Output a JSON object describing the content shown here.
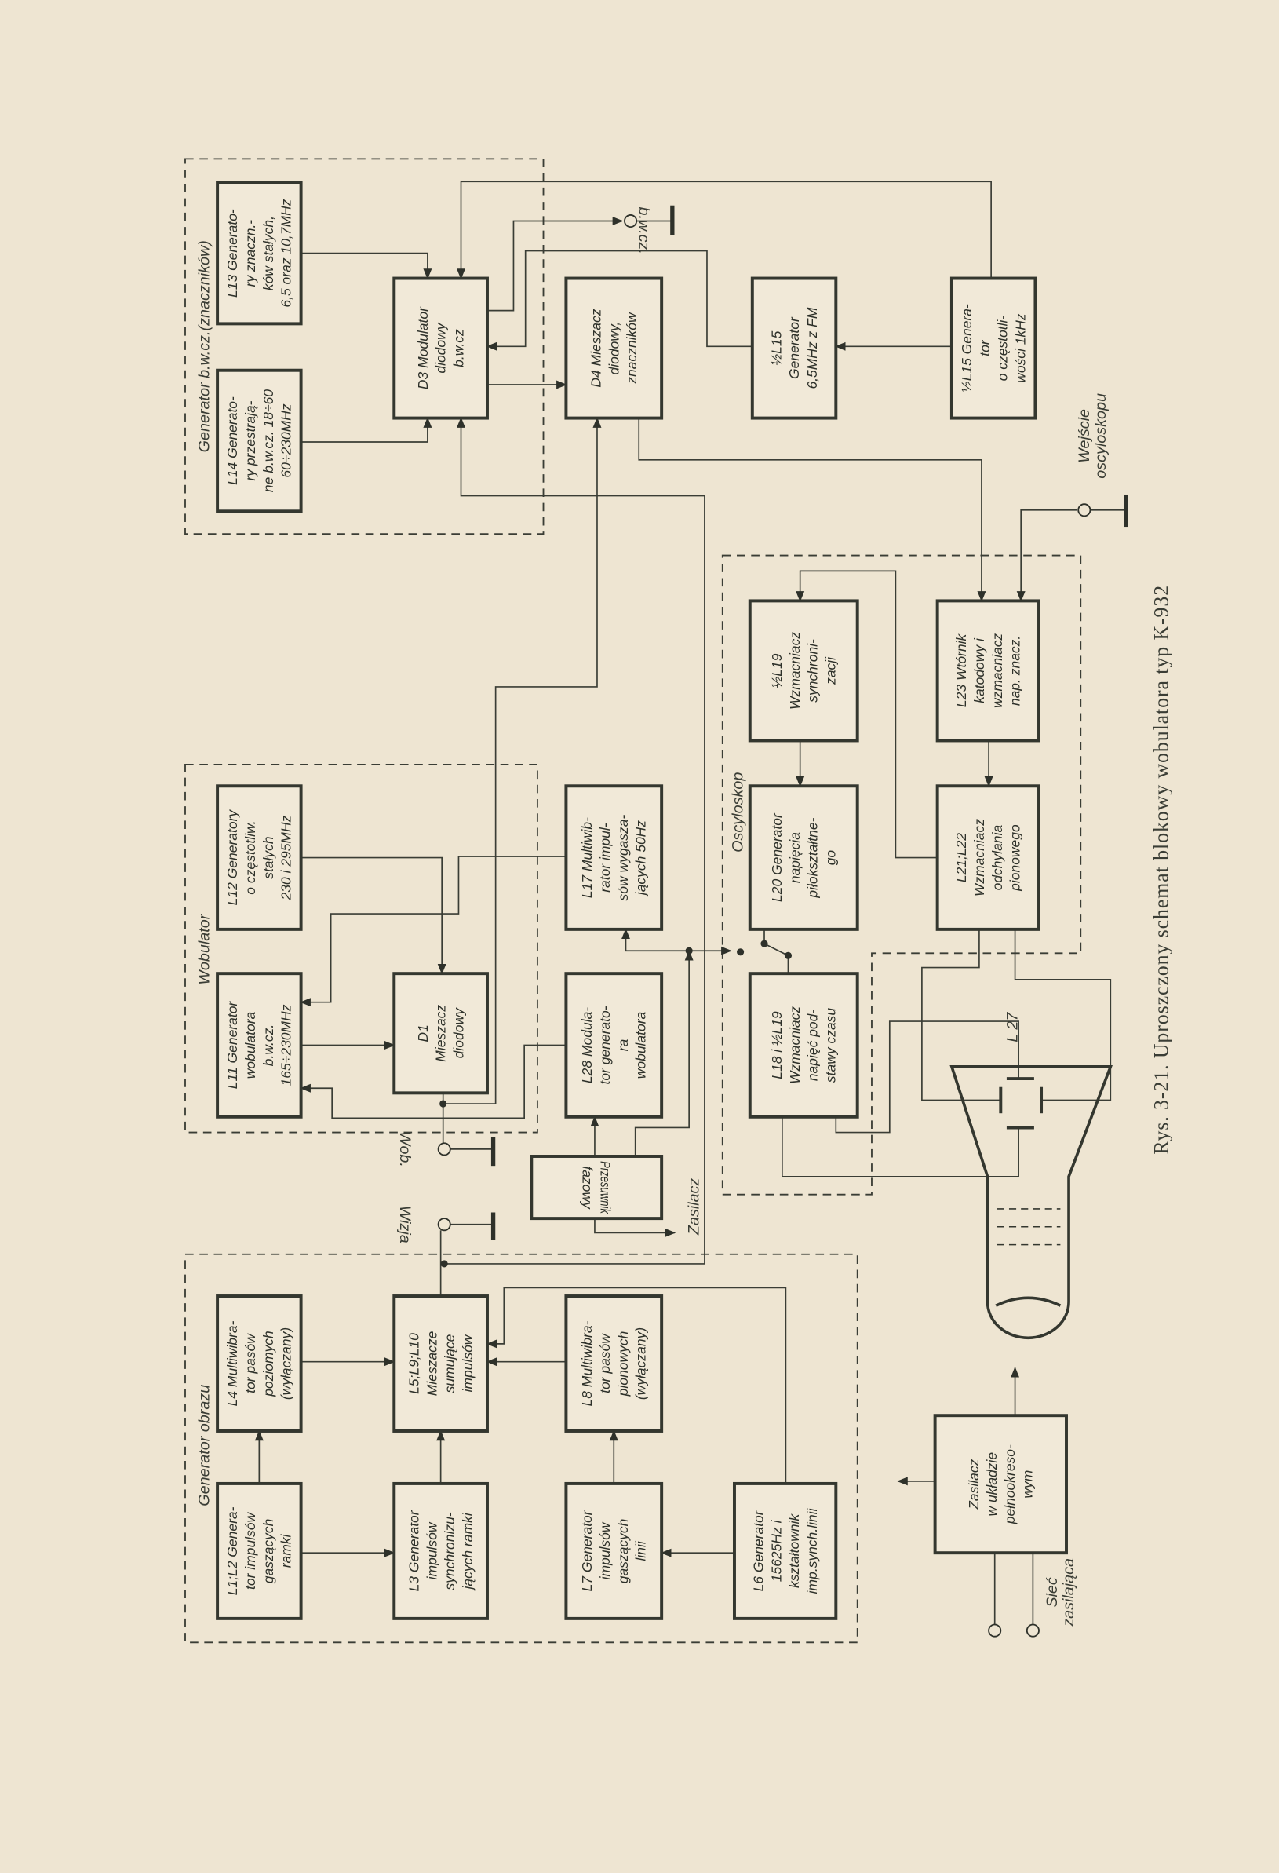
{
  "caption": "Rys. 3-21. Uproszczony schemat blokowy wobulatora typ K-932",
  "groups": {
    "gen_bwcz": "Generator b.w.cz.(znaczników)",
    "wobulator": "Wobulator",
    "gen_obrazu": "Generator obrazu",
    "oscyloskop": "Oscyloskop"
  },
  "blocks": {
    "L13": [
      "L13 Generato-",
      "ry znaczn.-",
      "ków stałych,",
      "6,5 oraz 10,7MHz"
    ],
    "L14": [
      "L14 Generato-",
      "ry przestrają-",
      "ne b.w.cz. 18÷60",
      "60÷230MHz"
    ],
    "D3": [
      "D3 Modulator",
      "diodowy",
      "b.w.cz"
    ],
    "D4": [
      "D4 Mieszacz",
      "diodowy,",
      "znaczników"
    ],
    "L15a": [
      "½L15",
      "Generator",
      "6,5MHz z FM"
    ],
    "L15b": [
      "½L15 Genera-",
      "tor",
      "o częstotli-",
      "wości 1kHz"
    ],
    "L12": [
      "L12 Generatory",
      "o częstotliw.",
      "stałych",
      "230 i 295MHz"
    ],
    "L11": [
      "L11 Generator",
      "wobulatora",
      "b.w.cz.",
      "165÷230MHz"
    ],
    "D1": [
      "D1",
      "Mieszacz",
      "diodowy"
    ],
    "L17": [
      "L17 Multiwib-",
      "rator impul-",
      "sów wygasza-",
      "jących 50Hz"
    ],
    "L28": [
      "L28 Modula-",
      "tor generato-",
      "ra",
      "wobulatora"
    ],
    "PF": [
      "Przesuwnik",
      "fazowy"
    ],
    "L19": [
      "½L19",
      "Wzmacniacz",
      "synchroni-",
      "zacji"
    ],
    "L20": [
      "L20 Generator",
      "napięcia",
      "piłokształtne-",
      "go"
    ],
    "L18": [
      "L18 i ½L19",
      "Wzmacniacz",
      "napięć pod-",
      "stawy czasu"
    ],
    "L23": [
      "L23 Wtórnik",
      "katodowy i",
      "wzmacniacz",
      "nap. znacz."
    ],
    "L21": [
      "L21;L22",
      "Wzmacniacz",
      "odchylania",
      "pionowego"
    ],
    "L4": [
      "L4 Multiwibra-",
      "tor pasów",
      "poziomych",
      "(wyłączany)"
    ],
    "L5": [
      "L5;L9;L10",
      "Mieszacze",
      "sumujące",
      "impulsów"
    ],
    "L8": [
      "L8 Multiwibra-",
      "tor pasów",
      "pionowych",
      "(wyłączany)"
    ],
    "L1": [
      "L1;L2 Genera-",
      "tor impulsów",
      "gaszących",
      "ramki"
    ],
    "L3": [
      "L3 Generator",
      "impulsów",
      "synchronizu-",
      "jących ramki"
    ],
    "L7": [
      "L7 Generator",
      "impulsów",
      "gaszących",
      "linii"
    ],
    "L6": [
      "L6 Generator",
      "15625Hz i",
      "kształtownik",
      "imp.synch.linii"
    ],
    "ZAS": [
      "Zasilacz",
      "w układzie",
      "pełnookreso-",
      "wym"
    ]
  },
  "labels": {
    "bwcz": "b.w.cz.",
    "wob": "Wob.",
    "wizja": "Wizja",
    "zasilacz": "Zasilacz",
    "l27": "L 27",
    "wejscie": [
      "Wejście",
      "oscyloskopu"
    ],
    "siec": [
      "Sieć",
      "zasilająca"
    ]
  }
}
